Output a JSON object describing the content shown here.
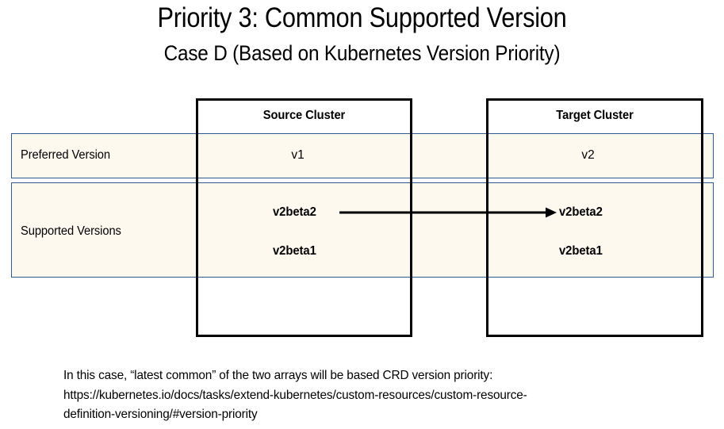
{
  "slide": {
    "title": "Priority 3: Common Supported Version",
    "subtitle": "Case D (Based on Kubernetes Version Priority)"
  },
  "colors": {
    "highlight_row_fill": "#FDF9EF",
    "highlight_row_border": "#2F5A8C",
    "cluster_box_border": "#000000",
    "arrow": "#000000",
    "text": "#000000",
    "background": "#FFFFFF"
  },
  "table": {
    "row_labels": {
      "preferred": "Preferred Version",
      "supported": "Supported Versions"
    },
    "columns": [
      {
        "header": "Source Cluster",
        "preferred_version": "v1",
        "supported_versions": [
          "v2beta2",
          "v2beta1"
        ]
      },
      {
        "header": "Target Cluster",
        "preferred_version": "v2",
        "supported_versions": [
          "v2beta2",
          "v2beta1"
        ]
      }
    ]
  },
  "arrow": {
    "from": "v2beta2",
    "to": "v2beta2",
    "direction": "left-to-right"
  },
  "caption": {
    "line1": "In this case, “latest common” of the two arrays will be based CRD version priority:",
    "line2": "https://kubernetes.io/docs/tasks/extend-kubernetes/custom-resources/custom-resource-",
    "line3": "definition-versioning/#version-priority"
  }
}
